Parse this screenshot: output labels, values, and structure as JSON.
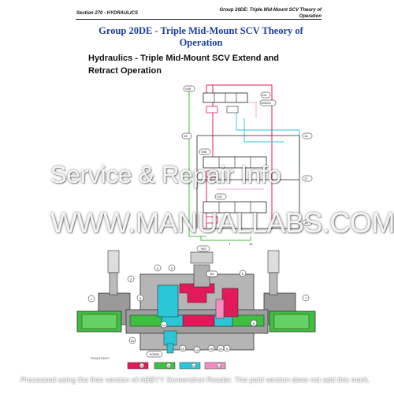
{
  "header": {
    "section": "Section 270 - HYDRAULICS",
    "group_line1": "Group 20DE: Triple Mid-Mount SCV Theory of",
    "group_line2": "Operation"
  },
  "title": {
    "group_line1": "Group 20DE - Triple Mid-Mount SCV Theory of",
    "group_line2": "Operation"
  },
  "section_heading": {
    "line1": "Hydraulics - Triple Mid-Mount SCV Extend and",
    "line2": "Retract Operation"
  },
  "schematic": {
    "valve_labels": [
      "V45",
      "DV",
      "V02/04",
      "V46",
      "V47"
    ],
    "callouts": [
      "15",
      "16",
      "17",
      "18"
    ],
    "bottom_left_labels": [
      "T",
      "10"
    ]
  },
  "cutaway": {
    "top_labels": [
      "V02",
      "D9"
    ],
    "callouts": [
      "1",
      "2",
      "3",
      "4",
      "5",
      "6",
      "7",
      "8",
      "9",
      "10",
      "11",
      "12",
      "13",
      "14",
      "15"
    ],
    "bottom_label": "V03/04",
    "figure_id": "RXA0123227"
  },
  "legend": {
    "items": [
      {
        "number": "10",
        "color": "#e4195a"
      },
      {
        "number": "11",
        "color": "#3fbf3f"
      },
      {
        "number": "13",
        "color": "#29c7d8"
      },
      {
        "number": "14",
        "color": "#f28fc0"
      }
    ]
  },
  "watermarks": {
    "line1": "Service & Repair Info",
    "line2": "WWW.MANUALLABS.COM",
    "footer": "Processed using the free version of ABBYY Screenshot Reader. The paid version does not add this mark."
  },
  "colors": {
    "title_blue": "#1c3f9a",
    "pressure_red": "#e4195a",
    "return_green": "#3fbf3f",
    "cyan": "#29c7d8",
    "pink": "#f28fc0"
  }
}
